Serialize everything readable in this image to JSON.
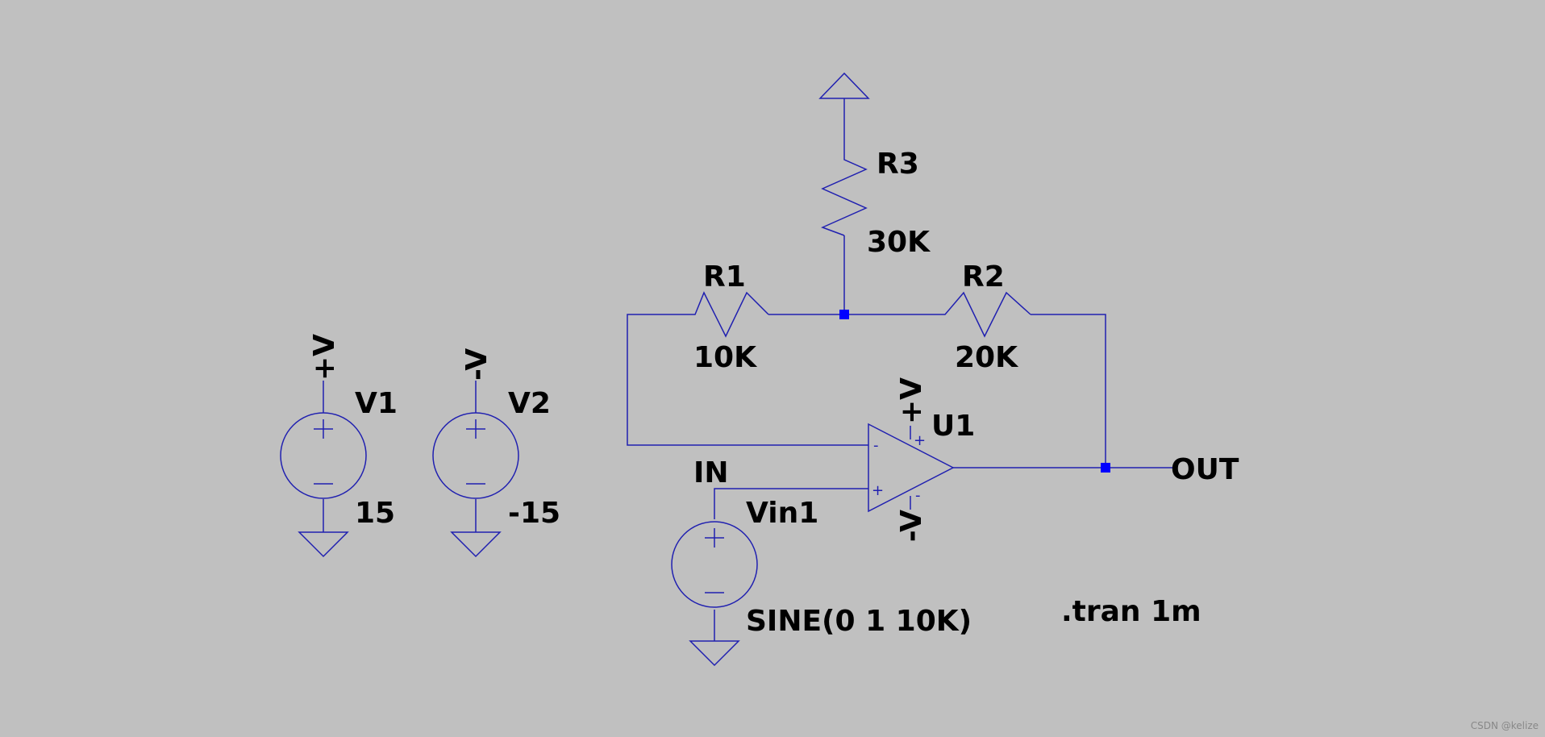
{
  "components": {
    "R1": {
      "name": "R1",
      "value": "10K"
    },
    "R2": {
      "name": "R2",
      "value": "20K"
    },
    "R3": {
      "name": "R3",
      "value": "30K"
    },
    "U1": {
      "name": "U1",
      "pos_pin": "+",
      "neg_pin": "-"
    },
    "V1": {
      "name": "V1",
      "value": "15",
      "net": "+V"
    },
    "V2": {
      "name": "V2",
      "value": "-15",
      "net": "-V"
    },
    "Vin1": {
      "name": "Vin1",
      "value": "SINE(0 1 10K)"
    }
  },
  "nets": {
    "in": "IN",
    "out": "OUT",
    "opamp_pos_supply": "+V",
    "opamp_neg_supply": "-V"
  },
  "directive": ".tran 1m",
  "watermark": "CSDN @kelize",
  "colors": {
    "background": "#c0c0c0",
    "wire": "#2020b0",
    "junction": "#0000ff",
    "text": "#000000"
  }
}
